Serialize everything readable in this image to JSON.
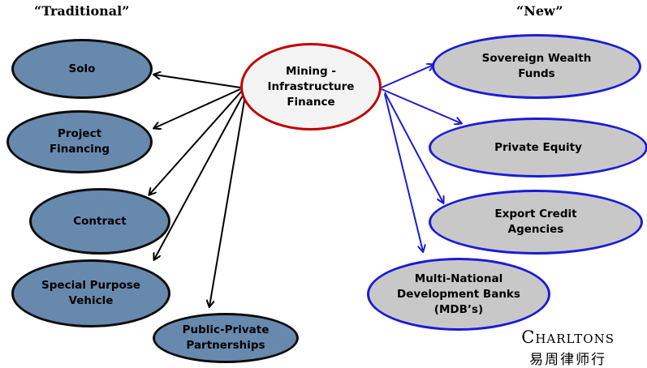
{
  "headers": {
    "traditional": "“Traditional”",
    "new": "“New”"
  },
  "center": {
    "label": "Mining -\nInfrastructure\nFinance"
  },
  "traditional": [
    {
      "id": "solo",
      "label": "Solo"
    },
    {
      "id": "project-financing",
      "label": "Project\nFinancing"
    },
    {
      "id": "contract",
      "label": "Contract"
    },
    {
      "id": "spv",
      "label": "Special Purpose\nVehicle"
    },
    {
      "id": "ppp",
      "label": "Public-Private\nPartnerships"
    }
  ],
  "new": [
    {
      "id": "swf",
      "label": "Sovereign Wealth\nFunds"
    },
    {
      "id": "pe",
      "label": "Private Equity"
    },
    {
      "id": "eca",
      "label": "Export Credit\nAgencies"
    },
    {
      "id": "mdb",
      "label": "Multi-National\nDevelopment Banks\n(MDB’s)"
    }
  ],
  "colors": {
    "traditional_fill": "#6789ad",
    "new_fill": "#c8c8c8",
    "new_border": "#1b1bd6",
    "center_border": "#c00000",
    "traditional_arrow": "#000000",
    "new_arrow": "#1b1bd6"
  },
  "brand": {
    "name": "Charltons",
    "chinese": "易周律师行"
  }
}
